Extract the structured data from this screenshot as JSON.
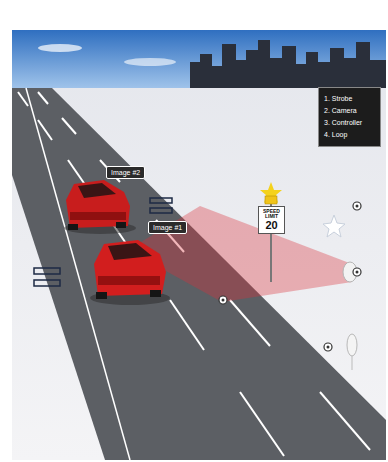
{
  "diagram": {
    "nodes": [
      {
        "text": [
          "Image #2"
        ]
      },
      {
        "text": [
          "Image #1"
        ]
      },
      {
        "text": [
          "SPEED LIMIT",
          "20"
        ]
      },
      {
        "text": [
          "1. Strobe",
          "2. Camera",
          "3. Controller",
          "4. Loop"
        ]
      }
    ]
  }
}
